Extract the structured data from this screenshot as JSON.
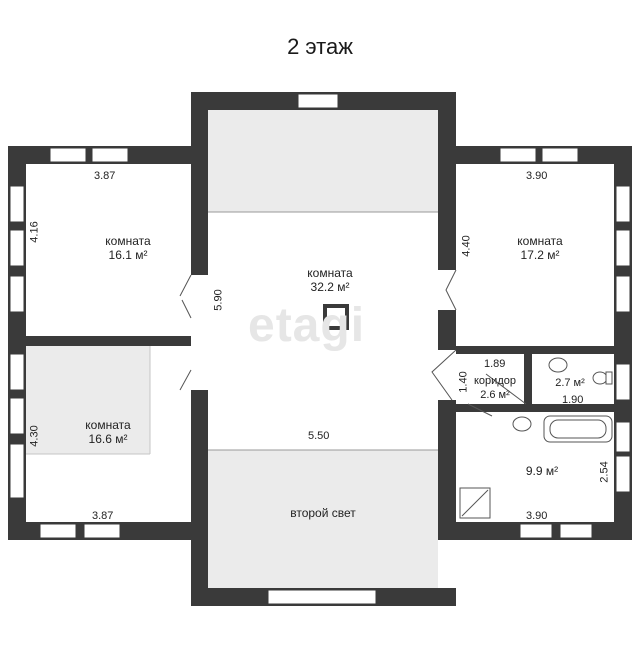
{
  "title": "2 этаж",
  "watermark": "etagi",
  "rooms": {
    "top_left": {
      "name": "комната",
      "area": "16.1 м²"
    },
    "bottom_left": {
      "name": "комната",
      "area": "16.6 м²"
    },
    "center": {
      "name": "комната",
      "area": "32.2 м²"
    },
    "top_right": {
      "name": "комната",
      "area": "17.2 м²"
    },
    "corridor": {
      "name": "коридор",
      "area": "2.6 м²"
    },
    "wc": {
      "area": "2.7 м²"
    },
    "bathroom": {
      "area": "9.9 м²"
    },
    "second_light": {
      "name": "второй свет"
    }
  },
  "dimensions": {
    "tl_width": "3.87",
    "tl_height": "4.16",
    "bl_width": "3.87",
    "bl_height": "4.30",
    "center_width": "5.50",
    "center_height": "5.90",
    "tr_width": "3.90",
    "tr_height": "4.40",
    "corridor_width": "1.89",
    "corridor_height": "1.40",
    "wc_width": "1.90",
    "bath_width": "3.90",
    "bath_height": "2.54"
  },
  "colors": {
    "wall": "#3a3a3a",
    "shaded": "#ebebeb",
    "window": "#ffffff"
  }
}
